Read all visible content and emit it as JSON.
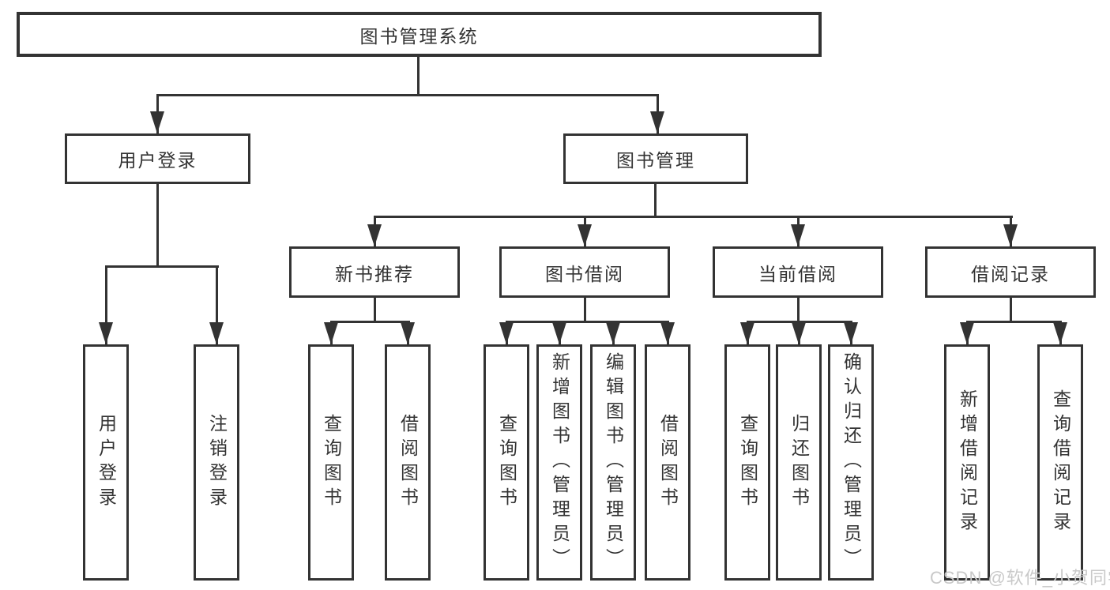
{
  "tree": {
    "label": "图书管理系统",
    "children": [
      {
        "label": "用户登录",
        "children": [
          {
            "label": "用户登录"
          },
          {
            "label": "注销登录"
          }
        ]
      },
      {
        "label": "图书管理",
        "children": [
          {
            "label": "新书推荐",
            "children": [
              {
                "label": "查询图书"
              },
              {
                "label": "借阅图书"
              }
            ]
          },
          {
            "label": "图书借阅",
            "children": [
              {
                "label": "查询图书"
              },
              {
                "label": "新增图书（管理员）"
              },
              {
                "label": "编辑图书（管理员）"
              },
              {
                "label": "借阅图书"
              }
            ]
          },
          {
            "label": "当前借阅",
            "children": [
              {
                "label": "查询图书"
              },
              {
                "label": "归还图书"
              },
              {
                "label": "确认归还（管理员）"
              }
            ]
          },
          {
            "label": "借阅记录",
            "children": [
              {
                "label": "新增借阅记录"
              },
              {
                "label": "查询借阅记录"
              }
            ]
          }
        ]
      }
    ]
  },
  "watermark": {
    "text": "CSDN @软件_小贺同学"
  },
  "colors": {
    "line": "#333333",
    "text": "#333333",
    "watermark": "#c9c9c9",
    "background": "#ffffff"
  }
}
